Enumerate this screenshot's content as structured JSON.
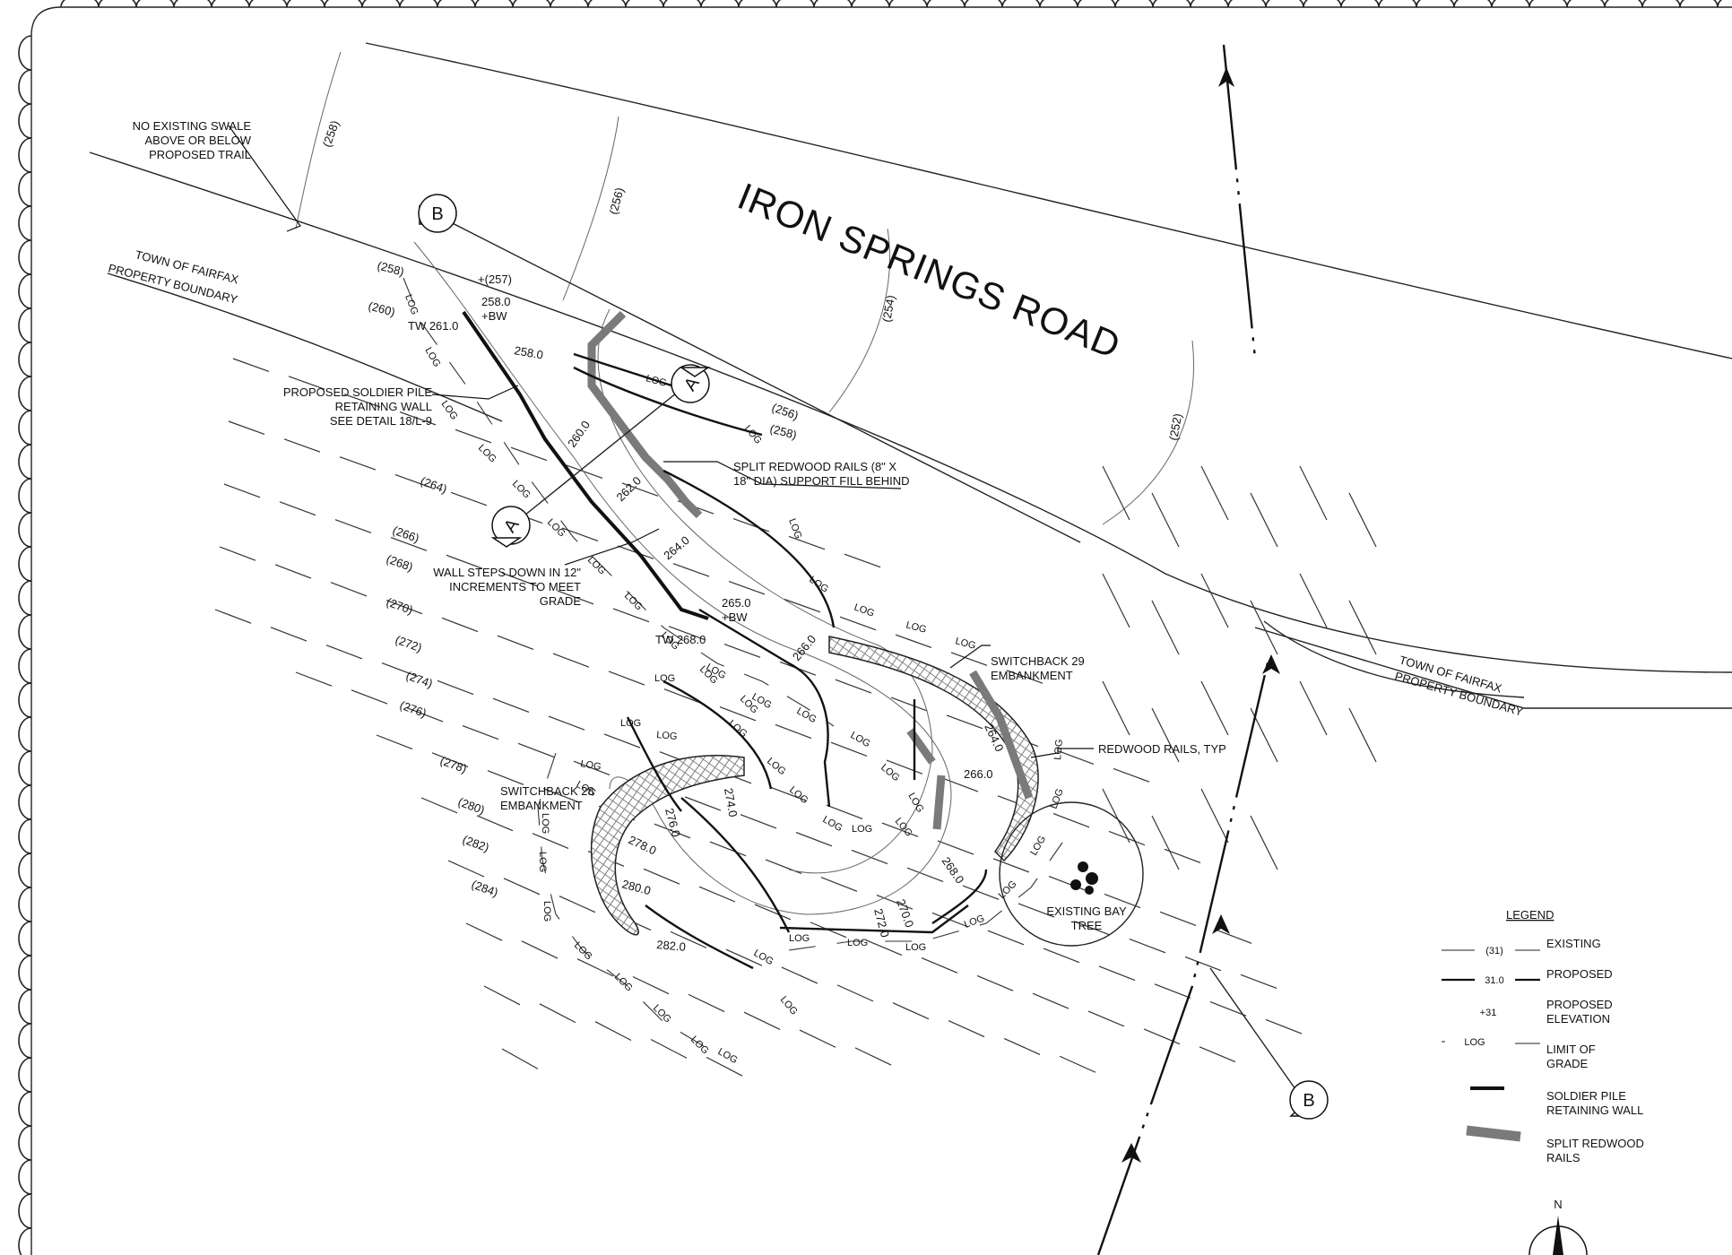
{
  "road_name": "IRON SPRINGS ROAD",
  "notes": {
    "no_swale": [
      "NO EXISTING SWALE",
      "ABOVE OR BELOW",
      "PROPOSED TRAIL"
    ],
    "town_boundary": [
      "TOWN OF FAIRFAX",
      "PROPERTY BOUNDARY"
    ],
    "soldier_pile": [
      "PROPOSED SOLDIER PILE",
      "RETAINING WALL",
      "SEE DETAIL 18/L-9"
    ],
    "split_rails": [
      "SPLIT REDWOOD RAILS (8\" X",
      "18\" DIA) SUPPORT FILL BEHIND"
    ],
    "wall_steps": [
      "WALL STEPS DOWN IN 12\"",
      "INCREMENTS TO MEET",
      "GRADE"
    ],
    "switchback_29": [
      "SWITCHBACK 29",
      "EMBANKMENT"
    ],
    "switchback_28": [
      "SWITCHBACK 28",
      "EMBANKMENT"
    ],
    "redwood_rails": "REDWOOD RAILS, TYP",
    "bay_tree": [
      "EXISTING BAY",
      "TREE"
    ]
  },
  "section_markers": {
    "b": "B",
    "a": "A"
  },
  "elevations": {
    "top_wall_1": "TW 261.0",
    "bottom_wall_1": [
      "258.0",
      "+BW"
    ],
    "spot_257": "+(257)",
    "top_wall_2": "TW 268.0",
    "bottom_wall_2": [
      "265.0",
      "+BW"
    ]
  },
  "existing_contours": [
    "(258)",
    "(256)",
    "(254)",
    "(252)",
    "(258)",
    "(260)",
    "(256)",
    "(258)",
    "(264)",
    "(266)",
    "(268)",
    "(270)",
    "(272)",
    "(274)",
    "(276)",
    "(278)",
    "(280)",
    "(282)",
    "(284)"
  ],
  "proposed_contours": [
    "258.0",
    "260.0",
    "262.0",
    "264.0",
    "266.0",
    "264.0",
    "266.0",
    "268.0",
    "270.0",
    "272.0",
    "274.0",
    "276.0",
    "278.0",
    "280.0",
    "282.0"
  ],
  "log_label": "LOG",
  "legend": {
    "title": "LEGEND",
    "items": [
      {
        "sample": "(31)",
        "label": [
          "EXISTING"
        ]
      },
      {
        "sample": "31.0",
        "label": [
          "PROPOSED"
        ]
      },
      {
        "sample": "+31",
        "label": [
          "PROPOSED",
          "ELEVATION"
        ]
      },
      {
        "sample": "LOG",
        "label": [
          "LIMIT OF",
          "GRADE"
        ]
      },
      {
        "sample": "",
        "label": [
          "SOLDIER PILE",
          "RETAINING WALL"
        ]
      },
      {
        "sample": "",
        "label": [
          "SPLIT REDWOOD",
          "RAILS"
        ]
      }
    ]
  },
  "north_label": "N",
  "colors": {
    "ink": "#111111",
    "rail": "#7a7a7a",
    "paper": "#ffffff"
  }
}
